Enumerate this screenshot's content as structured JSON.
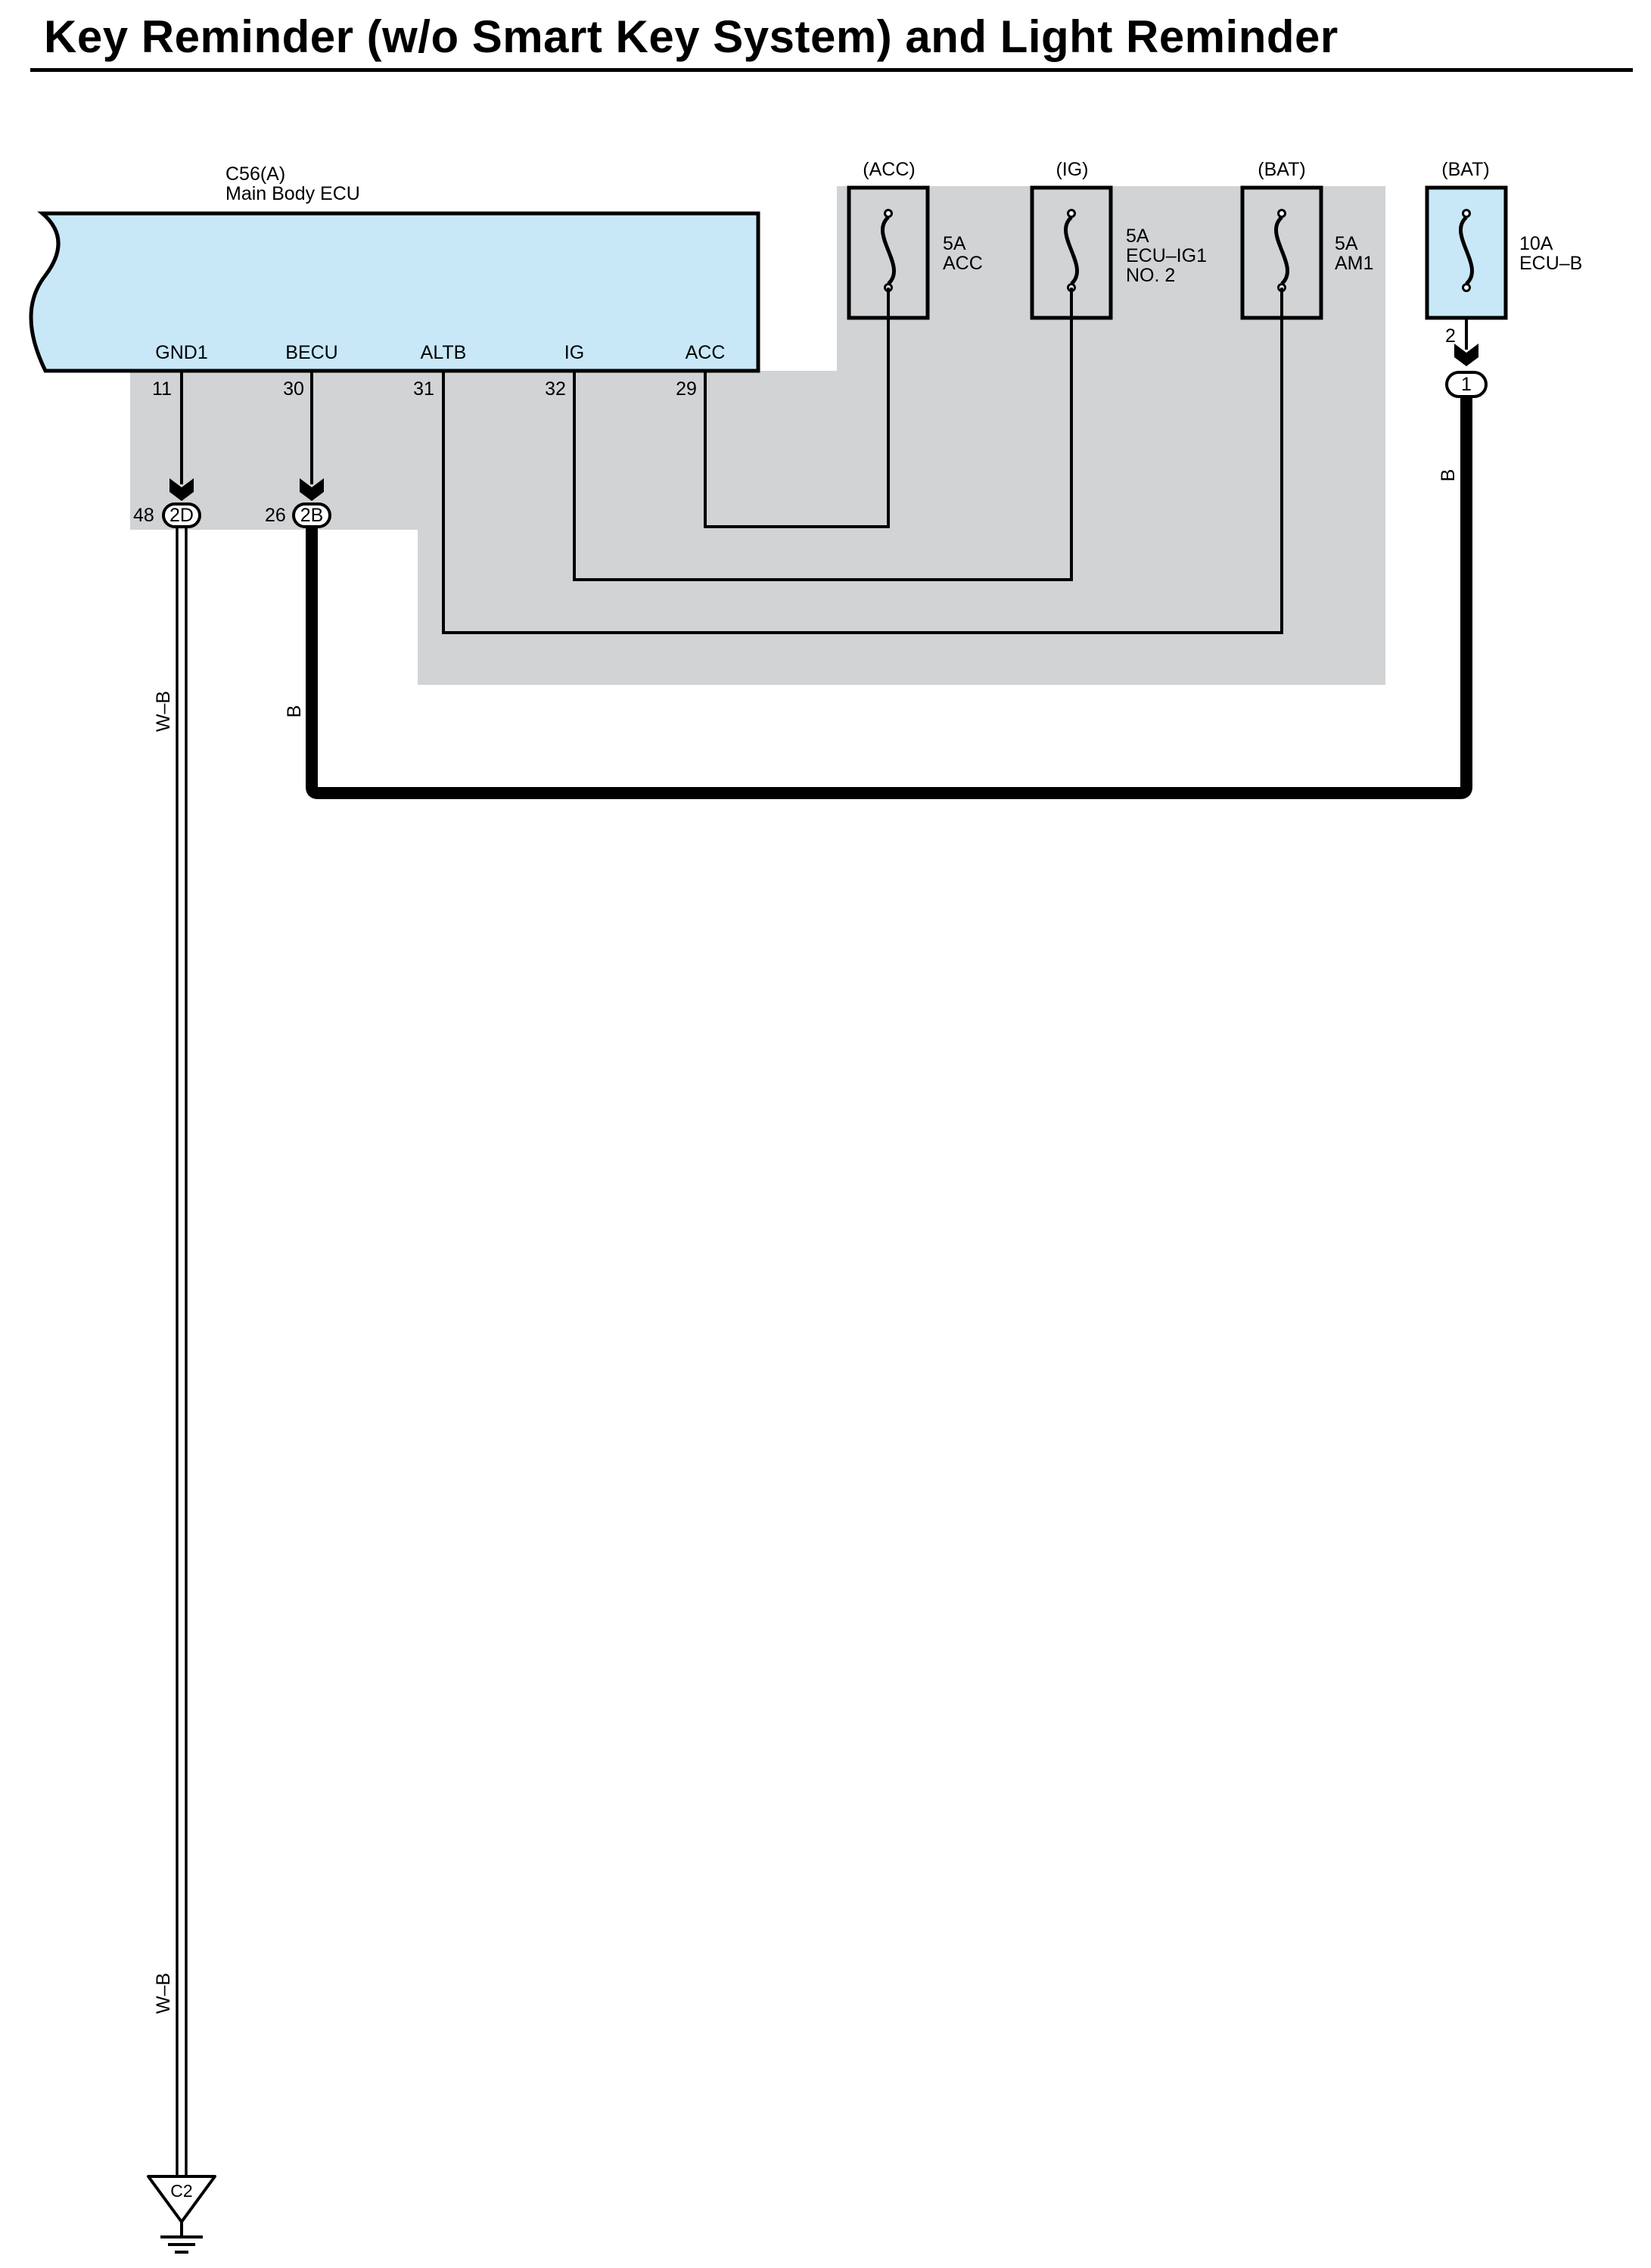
{
  "title": "Key Reminder (w/o Smart Key System) and Light Reminder",
  "colors": {
    "ecu_fill": "#c8e8f8",
    "shade": "#d2d3d5",
    "line": "#000000",
    "background": "#ffffff"
  },
  "ecu": {
    "connector": "C56(A)",
    "name": "Main Body ECU",
    "pins": [
      {
        "label": "GND1",
        "number": "11"
      },
      {
        "label": "BECU",
        "number": "30"
      },
      {
        "label": "ALTB",
        "number": "31"
      },
      {
        "label": "IG",
        "number": "32"
      },
      {
        "label": "ACC",
        "number": "29"
      }
    ]
  },
  "fuses": [
    {
      "source": "(ACC)",
      "rating": "5A",
      "name_lines": [
        "ACC"
      ]
    },
    {
      "source": "(IG)",
      "rating": "5A",
      "name_lines": [
        "ECU–IG1",
        "NO. 2"
      ]
    },
    {
      "source": "(BAT)",
      "rating": "5A",
      "name_lines": [
        "AM1"
      ]
    },
    {
      "source": "(BAT)",
      "rating": "10A",
      "name_lines": [
        "ECU–B"
      ],
      "pin_out": "2"
    }
  ],
  "junctions": [
    {
      "pin": "48",
      "label": "2D"
    },
    {
      "pin": "26",
      "label": "2B"
    },
    {
      "pin": "",
      "label": "1"
    }
  ],
  "wire_colors": {
    "gnd_upper": "W–B",
    "gnd_lower": "W–B",
    "becu": "B",
    "ecub": "B"
  },
  "ground": {
    "label": "C2"
  }
}
